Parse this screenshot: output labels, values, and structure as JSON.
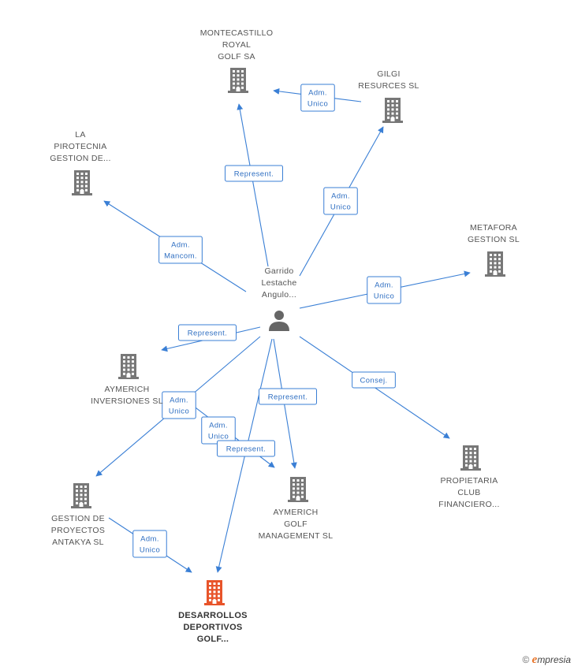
{
  "colors": {
    "edge": "#3a7fd5",
    "building": "#777777",
    "target": "#e8542a",
    "person": "#666666"
  },
  "center": {
    "icon": "person-icon",
    "label_lines": [
      "Garrido",
      "Lestache",
      "Angulo..."
    ]
  },
  "nodes": [
    {
      "id": "montecastillo",
      "icon": "building-icon",
      "label_lines": [
        "MONTECASTILLO",
        "ROYAL",
        "GOLF SA"
      ],
      "target": false
    },
    {
      "id": "gilgi",
      "icon": "building-icon",
      "label_lines": [
        "GILGI",
        "RESURCES SL"
      ],
      "target": false
    },
    {
      "id": "pirotecnia",
      "icon": "building-icon",
      "label_lines": [
        "LA",
        "PIROTECNIA",
        "GESTION DE..."
      ],
      "target": false
    },
    {
      "id": "metafora",
      "icon": "building-icon",
      "label_lines": [
        "METAFORA",
        "GESTION SL"
      ],
      "target": false
    },
    {
      "id": "aymerich-inv",
      "icon": "building-icon",
      "label_lines": [
        "AYMERICH",
        "INVERSIONES SL"
      ],
      "target": false
    },
    {
      "id": "gestion-antakya",
      "icon": "building-icon",
      "label_lines": [
        "GESTION DE",
        "PROYECTOS",
        "ANTAKYA SL"
      ],
      "target": false
    },
    {
      "id": "aymerich-golf",
      "icon": "building-icon",
      "label_lines": [
        "AYMERICH",
        "GOLF",
        "MANAGEMENT SL"
      ],
      "target": false
    },
    {
      "id": "propietaria",
      "icon": "building-icon",
      "label_lines": [
        "PROPIETARIA",
        "CLUB",
        "FINANCIERO..."
      ],
      "target": false
    },
    {
      "id": "desarrollos",
      "icon": "building-icon",
      "label_lines": [
        "DESARROLLOS",
        "DEPORTIVOS",
        "GOLF..."
      ],
      "target": true
    }
  ],
  "relations": [
    {
      "from": "center",
      "to": "montecastillo",
      "label_lines": [
        "Represent."
      ]
    },
    {
      "from": "gilgi",
      "to": "montecastillo",
      "label_lines": [
        "Adm.",
        "Unico"
      ]
    },
    {
      "from": "center",
      "to": "gilgi",
      "label_lines": [
        "Adm.",
        "Unico"
      ]
    },
    {
      "from": "center",
      "to": "pirotecnia",
      "label_lines": [
        "Adm.",
        "Mancom."
      ]
    },
    {
      "from": "center",
      "to": "metafora",
      "label_lines": [
        "Adm.",
        "Unico"
      ]
    },
    {
      "from": "center",
      "to": "aymerich-inv",
      "label_lines": [
        "Represent."
      ]
    },
    {
      "from": "center",
      "to": "gestion-antakya",
      "label_lines": [
        "Adm.",
        "Unico"
      ]
    },
    {
      "from": "aymerich-inv",
      "to": "aymerich-golf",
      "label_lines": [
        "Adm.",
        "Unico"
      ]
    },
    {
      "from": "center",
      "to": "aymerich-golf",
      "label_lines": [
        "Represent."
      ]
    },
    {
      "from": "center",
      "to": "desarrollos",
      "label_lines": [
        "Represent."
      ]
    },
    {
      "from": "center",
      "to": "propietaria",
      "label_lines": [
        "Consej."
      ]
    },
    {
      "from": "gestion-antakya",
      "to": "desarrollos",
      "label_lines": [
        "Adm.",
        "Unico"
      ]
    }
  ],
  "footer": {
    "copyright_symbol": "©",
    "brand_initial": "e",
    "brand_rest": "mpresia"
  }
}
